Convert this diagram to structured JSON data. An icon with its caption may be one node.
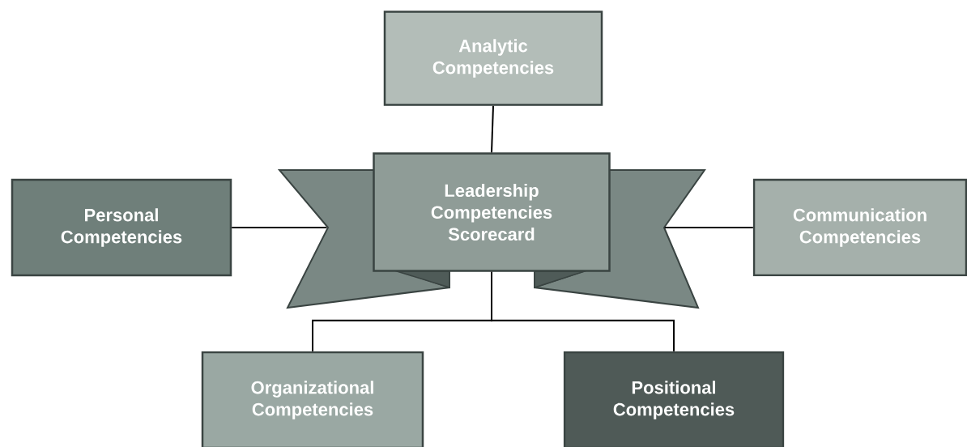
{
  "diagram": {
    "nodes": [
      {
        "text": [
          "Analytic Competencies"
        ]
      },
      {
        "text": [
          "Leadership Competencies Scorecard"
        ]
      },
      {
        "text": [
          "Personal Competencies"
        ]
      },
      {
        "text": [
          "Communication Competencies"
        ]
      },
      {
        "text": [
          "Organizational Competencies"
        ]
      },
      {
        "text": [
          "Positional Competencies"
        ]
      }
    ],
    "edges": [
      {
        "from": 0,
        "to": 1,
        "arrow": "none"
      },
      {
        "from": 2,
        "to": 1,
        "arrow": "none"
      },
      {
        "from": 3,
        "to": 1,
        "arrow": "none"
      },
      {
        "from": 1,
        "to": 4,
        "arrow": "none"
      },
      {
        "from": 1,
        "to": 5,
        "arrow": "none"
      }
    ]
  }
}
